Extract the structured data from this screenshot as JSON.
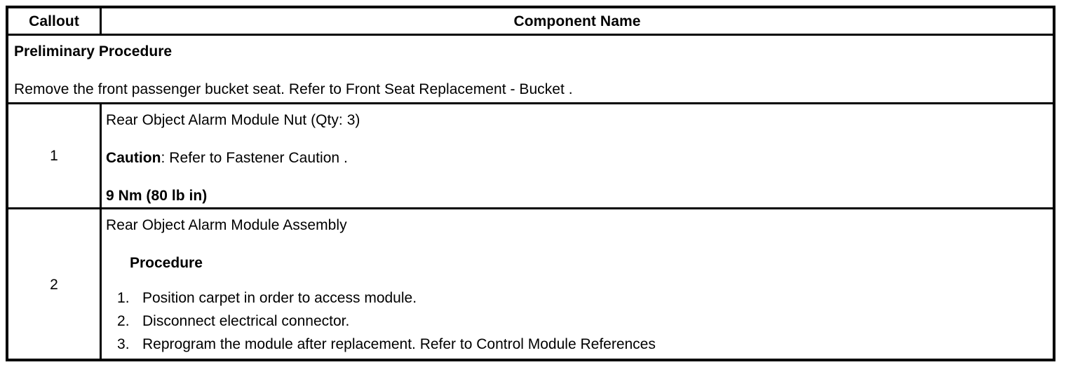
{
  "table": {
    "headers": {
      "callout": "Callout",
      "component_name": "Component Name"
    },
    "preliminary": {
      "heading": "Preliminary Procedure",
      "text": "Remove the front passenger bucket seat. Refer to Front Seat Replacement - Bucket ."
    },
    "rows": [
      {
        "callout": "1",
        "component": "Rear Object Alarm Module Nut (Qty: 3)",
        "caution_label": "Caution",
        "caution_text": ": Refer to Fastener Caution .",
        "torque": "9 Nm (80 lb in)"
      },
      {
        "callout": "2",
        "component": "Rear Object Alarm Module Assembly",
        "procedure_heading": "Procedure",
        "steps": [
          "Position carpet in order to access module.",
          "Disconnect electrical connector.",
          "Reprogram the module after replacement. Refer to Control Module References"
        ]
      }
    ]
  }
}
